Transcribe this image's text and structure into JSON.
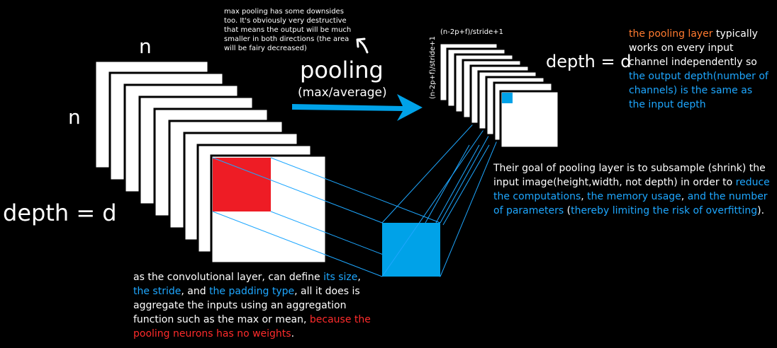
{
  "labels": {
    "n_top": "n",
    "n_left": "n",
    "depth_left": "depth = d",
    "pooling": "pooling",
    "pooling_sub": "(max/average)",
    "out_width_formula": "(n-2p+f)/stride+1",
    "out_height_formula": "(n-2p+f)/stride+1",
    "depth_right": "depth = d"
  },
  "note": "max pooling has some downsides too. It's obviously very destructive that means the output will be much smaller in both directions (the area will be fairy decreased)",
  "right_text": {
    "p1": "the pooling layer",
    "p2": " typically works on every input channel independently so ",
    "p3": "the output depth(number of channels) is the same as the input depth"
  },
  "goal_text": {
    "t1": "Their goal of pooling layer is to subsample (shrink) the input image(height,width, not depth) in order to ",
    "t2": "reduce the computations",
    "t3": ", ",
    "t4": "the memory usage",
    "t5": ", ",
    "t6": "and the number of parameters",
    "t7": " (",
    "t8": "thereby limiting the risk of overfitting",
    "t9": ")."
  },
  "bottom_text": {
    "b1": "as the convolutional layer, can define ",
    "b2": "its size",
    "b3": ", ",
    "b4": "the stride",
    "b5": ", and ",
    "b6": "the padding type",
    "b7": ", all it does is aggregate the inputs using an aggregation function such as the max or mean, ",
    "b8": "because the pooling neurons has no weights",
    "b9": "."
  },
  "colors": {
    "highlight_blue": "#1ea7ff",
    "highlight_red": "#ff2b2b",
    "highlight_orange": "#ff7a2f",
    "pool_window_red": "#ee1c25",
    "output_cell_blue": "#00a2e8",
    "arrow_blue": "#00a2e8"
  }
}
